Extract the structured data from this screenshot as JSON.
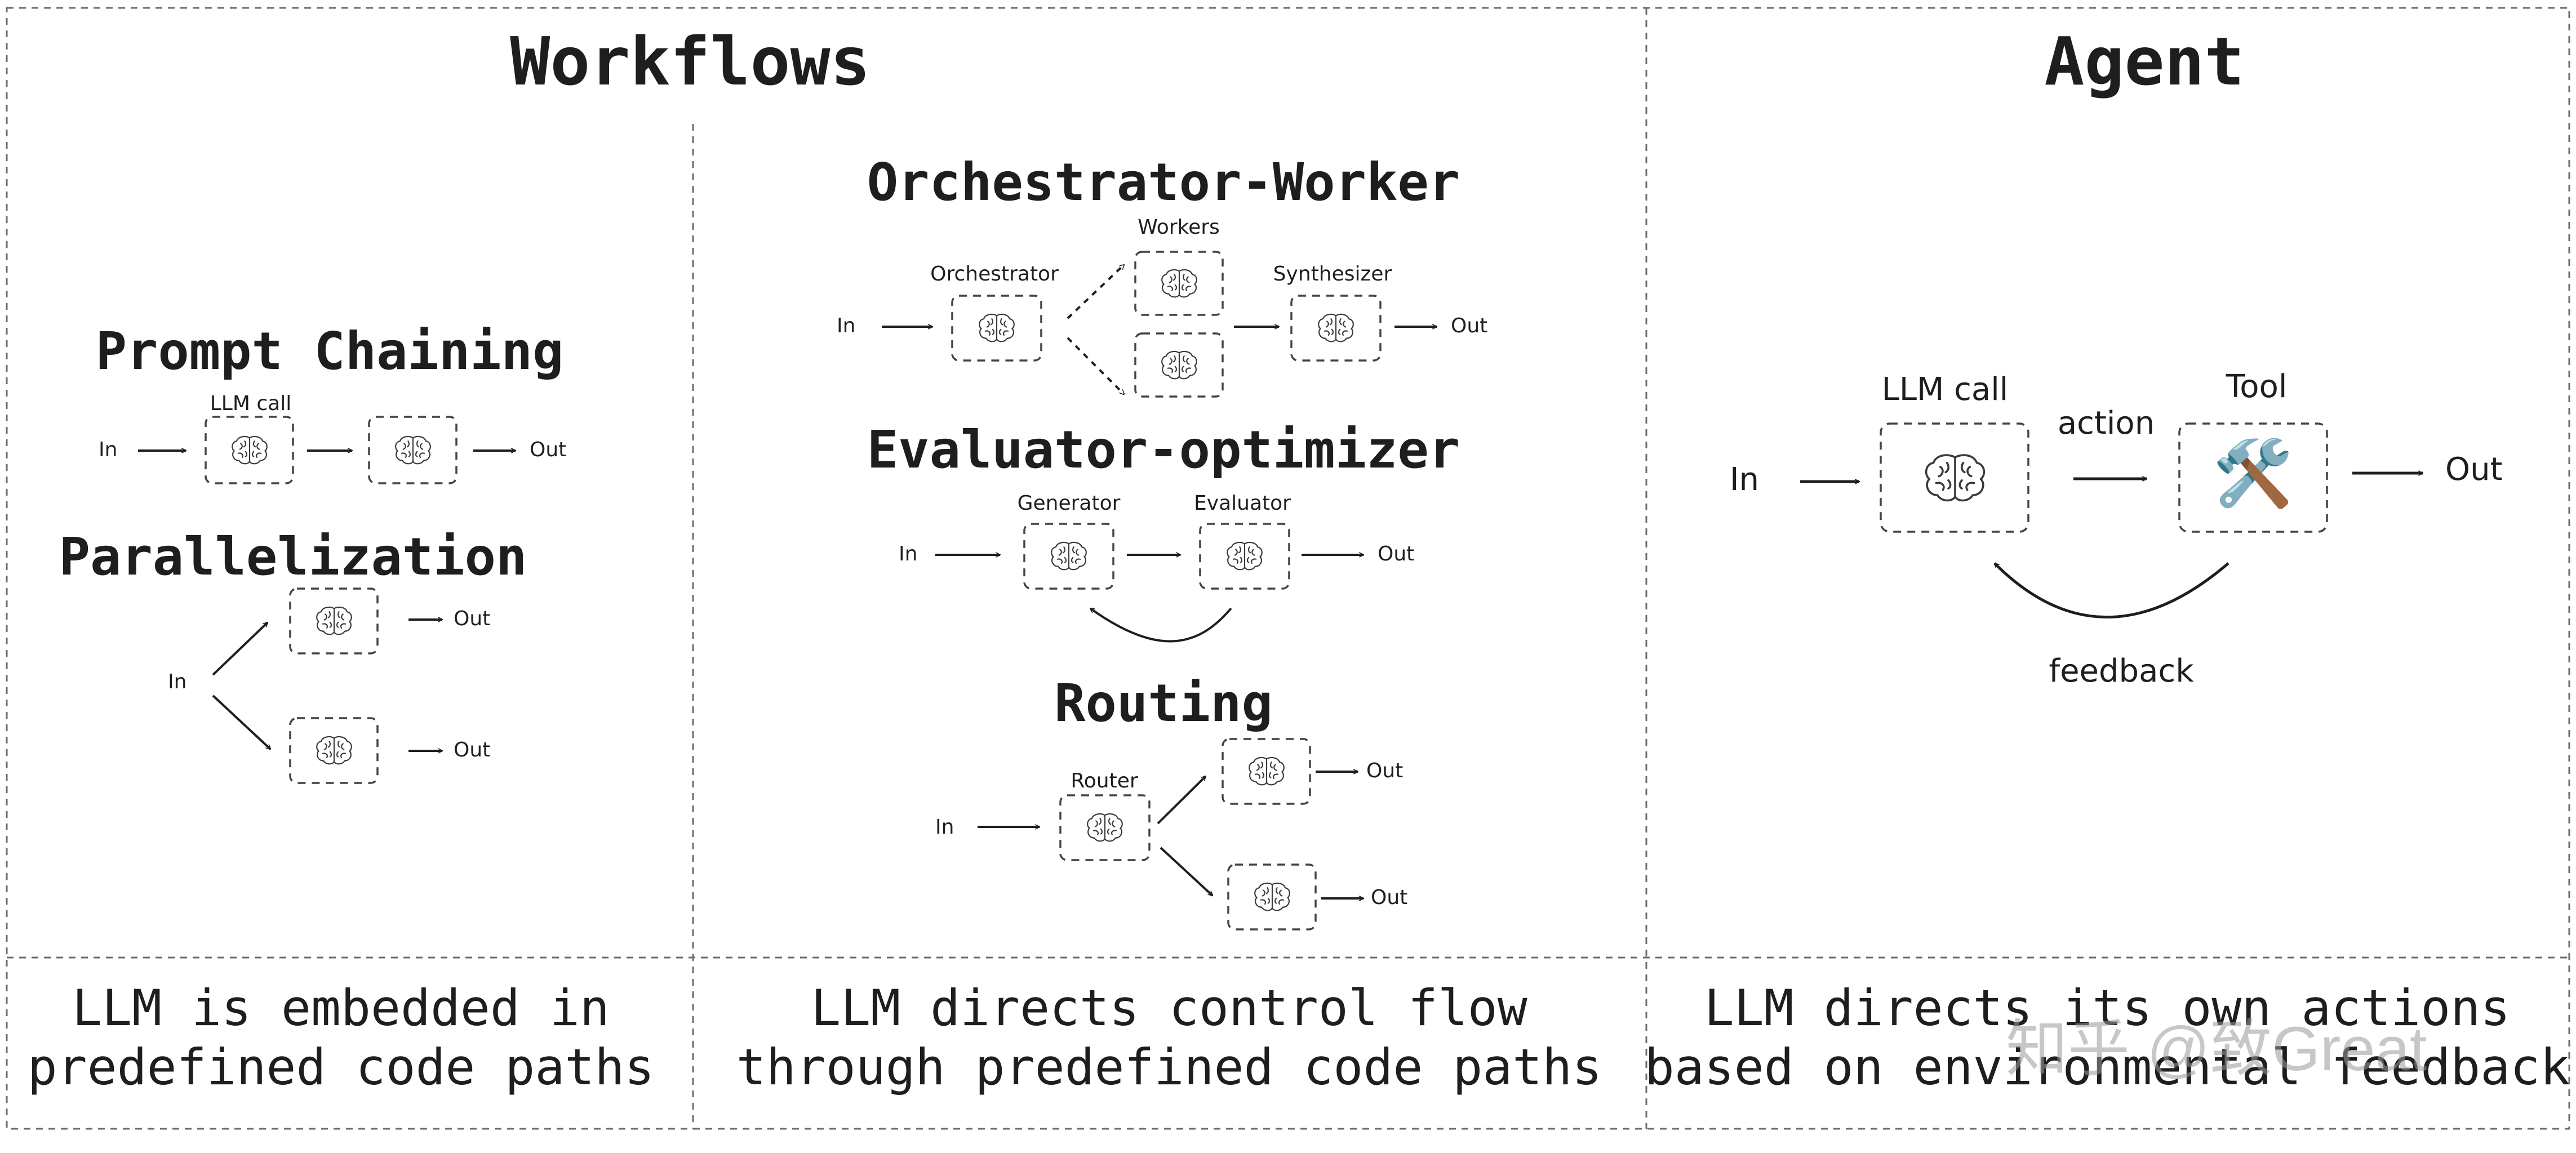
{
  "headers": {
    "workflows": "Workflows",
    "agent": "Agent"
  },
  "workflows": {
    "prompt_chaining": {
      "title": "Prompt Chaining",
      "llm_call_label": "LLM call",
      "in": "In",
      "out": "Out"
    },
    "parallelization": {
      "title": "Parallelization",
      "in": "In",
      "out": "Out"
    },
    "orchestrator_worker": {
      "title": "Orchestrator-Worker",
      "orchestrator_label": "Orchestrator",
      "workers_label": "Workers",
      "synthesizer_label": "Synthesizer",
      "in": "In",
      "out": "Out"
    },
    "evaluator_optimizer": {
      "title": "Evaluator-optimizer",
      "generator_label": "Generator",
      "evaluator_label": "Evaluator",
      "in": "In",
      "out": "Out"
    },
    "routing": {
      "title": "Routing",
      "router_label": "Router",
      "in": "In",
      "out": "Out"
    }
  },
  "agent": {
    "llm_call_label": "LLM call",
    "action_label": "action",
    "tool_label": "Tool",
    "feedback_label": "feedback",
    "in": "In",
    "out": "Out",
    "tool_icon": "hammer-and-wrench",
    "tool_glyph": "🛠️"
  },
  "captions": {
    "col1_line1": "LLM is embedded in",
    "col1_line2": "predefined code paths",
    "col2_line1": "LLM directs control flow",
    "col2_line2": "through predefined code paths",
    "col3_line1": "LLM directs its own actions",
    "col3_line2": "based on environmental feedback"
  },
  "watermark": "知乎 @致Great",
  "icons": {
    "llm_node": "brain-icon"
  }
}
